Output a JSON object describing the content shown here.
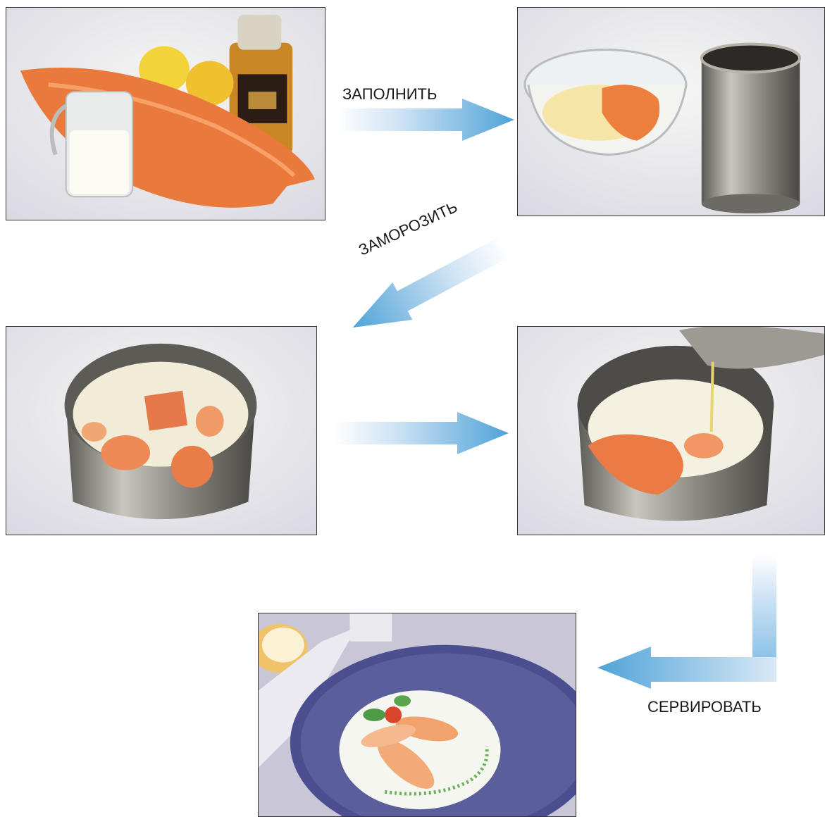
{
  "steps": {
    "fill_label": "ЗАПОЛНИТЬ",
    "freeze_label": "ЗАМОРОЗИТЬ",
    "serve_label": "СЕРВИРОВАТЬ"
  },
  "colors": {
    "arrow_blue": "#4fa3d8",
    "salmon": "#ef8a4a",
    "cream": "#f4f0df",
    "steel": "#8d8a82",
    "plate_rim": "#4b4f8f"
  }
}
